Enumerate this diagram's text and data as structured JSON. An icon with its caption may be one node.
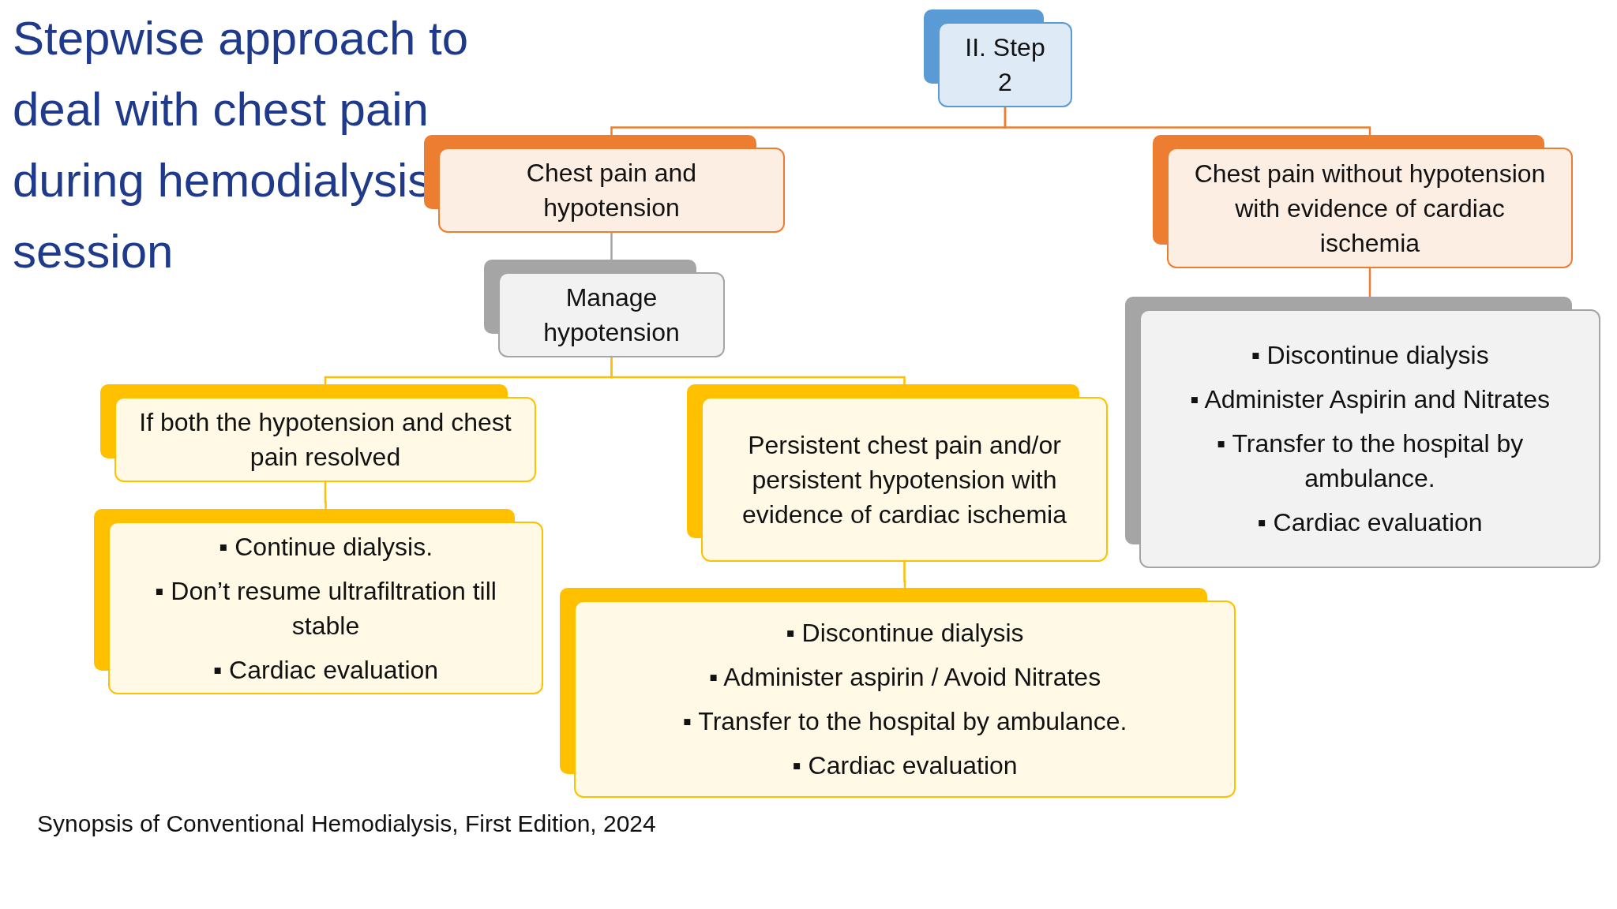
{
  "diagram": {
    "title": "Stepwise approach to deal with chest pain during hemodialysis session",
    "nodes": [
      {
        "text": [
          "II. Step 2"
        ]
      },
      {
        "text": [
          "Chest pain and hypotension"
        ]
      },
      {
        "text": [
          "Chest pain without hypotension with evidence of cardiac ischemia"
        ]
      },
      {
        "text": [
          "Manage hypotension"
        ]
      },
      {
        "text": [
          "If both the hypotension and chest pain resolved"
        ]
      },
      {
        "text": [
          "Persistent chest pain and/or persistent hypotension with evidence of cardiac ischemia"
        ]
      },
      {
        "text": [
          "▪ Continue dialysis.",
          "▪ Don’t resume ultrafiltration till stable",
          "▪ Cardiac evaluation"
        ]
      },
      {
        "text": [
          "▪ Discontinue dialysis",
          "▪ Administer aspirin / Avoid Nitrates",
          "▪ Transfer to the hospital by ambulance.",
          "▪ Cardiac evaluation"
        ]
      },
      {
        "text": [
          "▪ Discontinue dialysis",
          "▪ Administer Aspirin and Nitrates",
          "▪ Transfer to the hospital by ambulance.",
          "▪ Cardiac evaluation"
        ]
      }
    ],
    "edges": [
      {
        "from": 0,
        "to": 1,
        "arrow": "none",
        "color": "#ed7d31"
      },
      {
        "from": 0,
        "to": 2,
        "arrow": "none",
        "color": "#ed7d31"
      },
      {
        "from": 1,
        "to": 3,
        "arrow": "none",
        "color": "#a5a5a5"
      },
      {
        "from": 3,
        "to": 4,
        "arrow": "none"
      },
      {
        "from": 3,
        "to": 5,
        "arrow": "none"
      },
      {
        "from": 4,
        "to": 6,
        "arrow": "none"
      },
      {
        "from": 5,
        "to": 7,
        "arrow": "none"
      },
      {
        "from": 2,
        "to": 8,
        "arrow": "none",
        "color": "#ed7d31"
      }
    ],
    "labels": [
      "Synopsis of Conventional Hemodialysis, First Edition, 2024"
    ]
  }
}
